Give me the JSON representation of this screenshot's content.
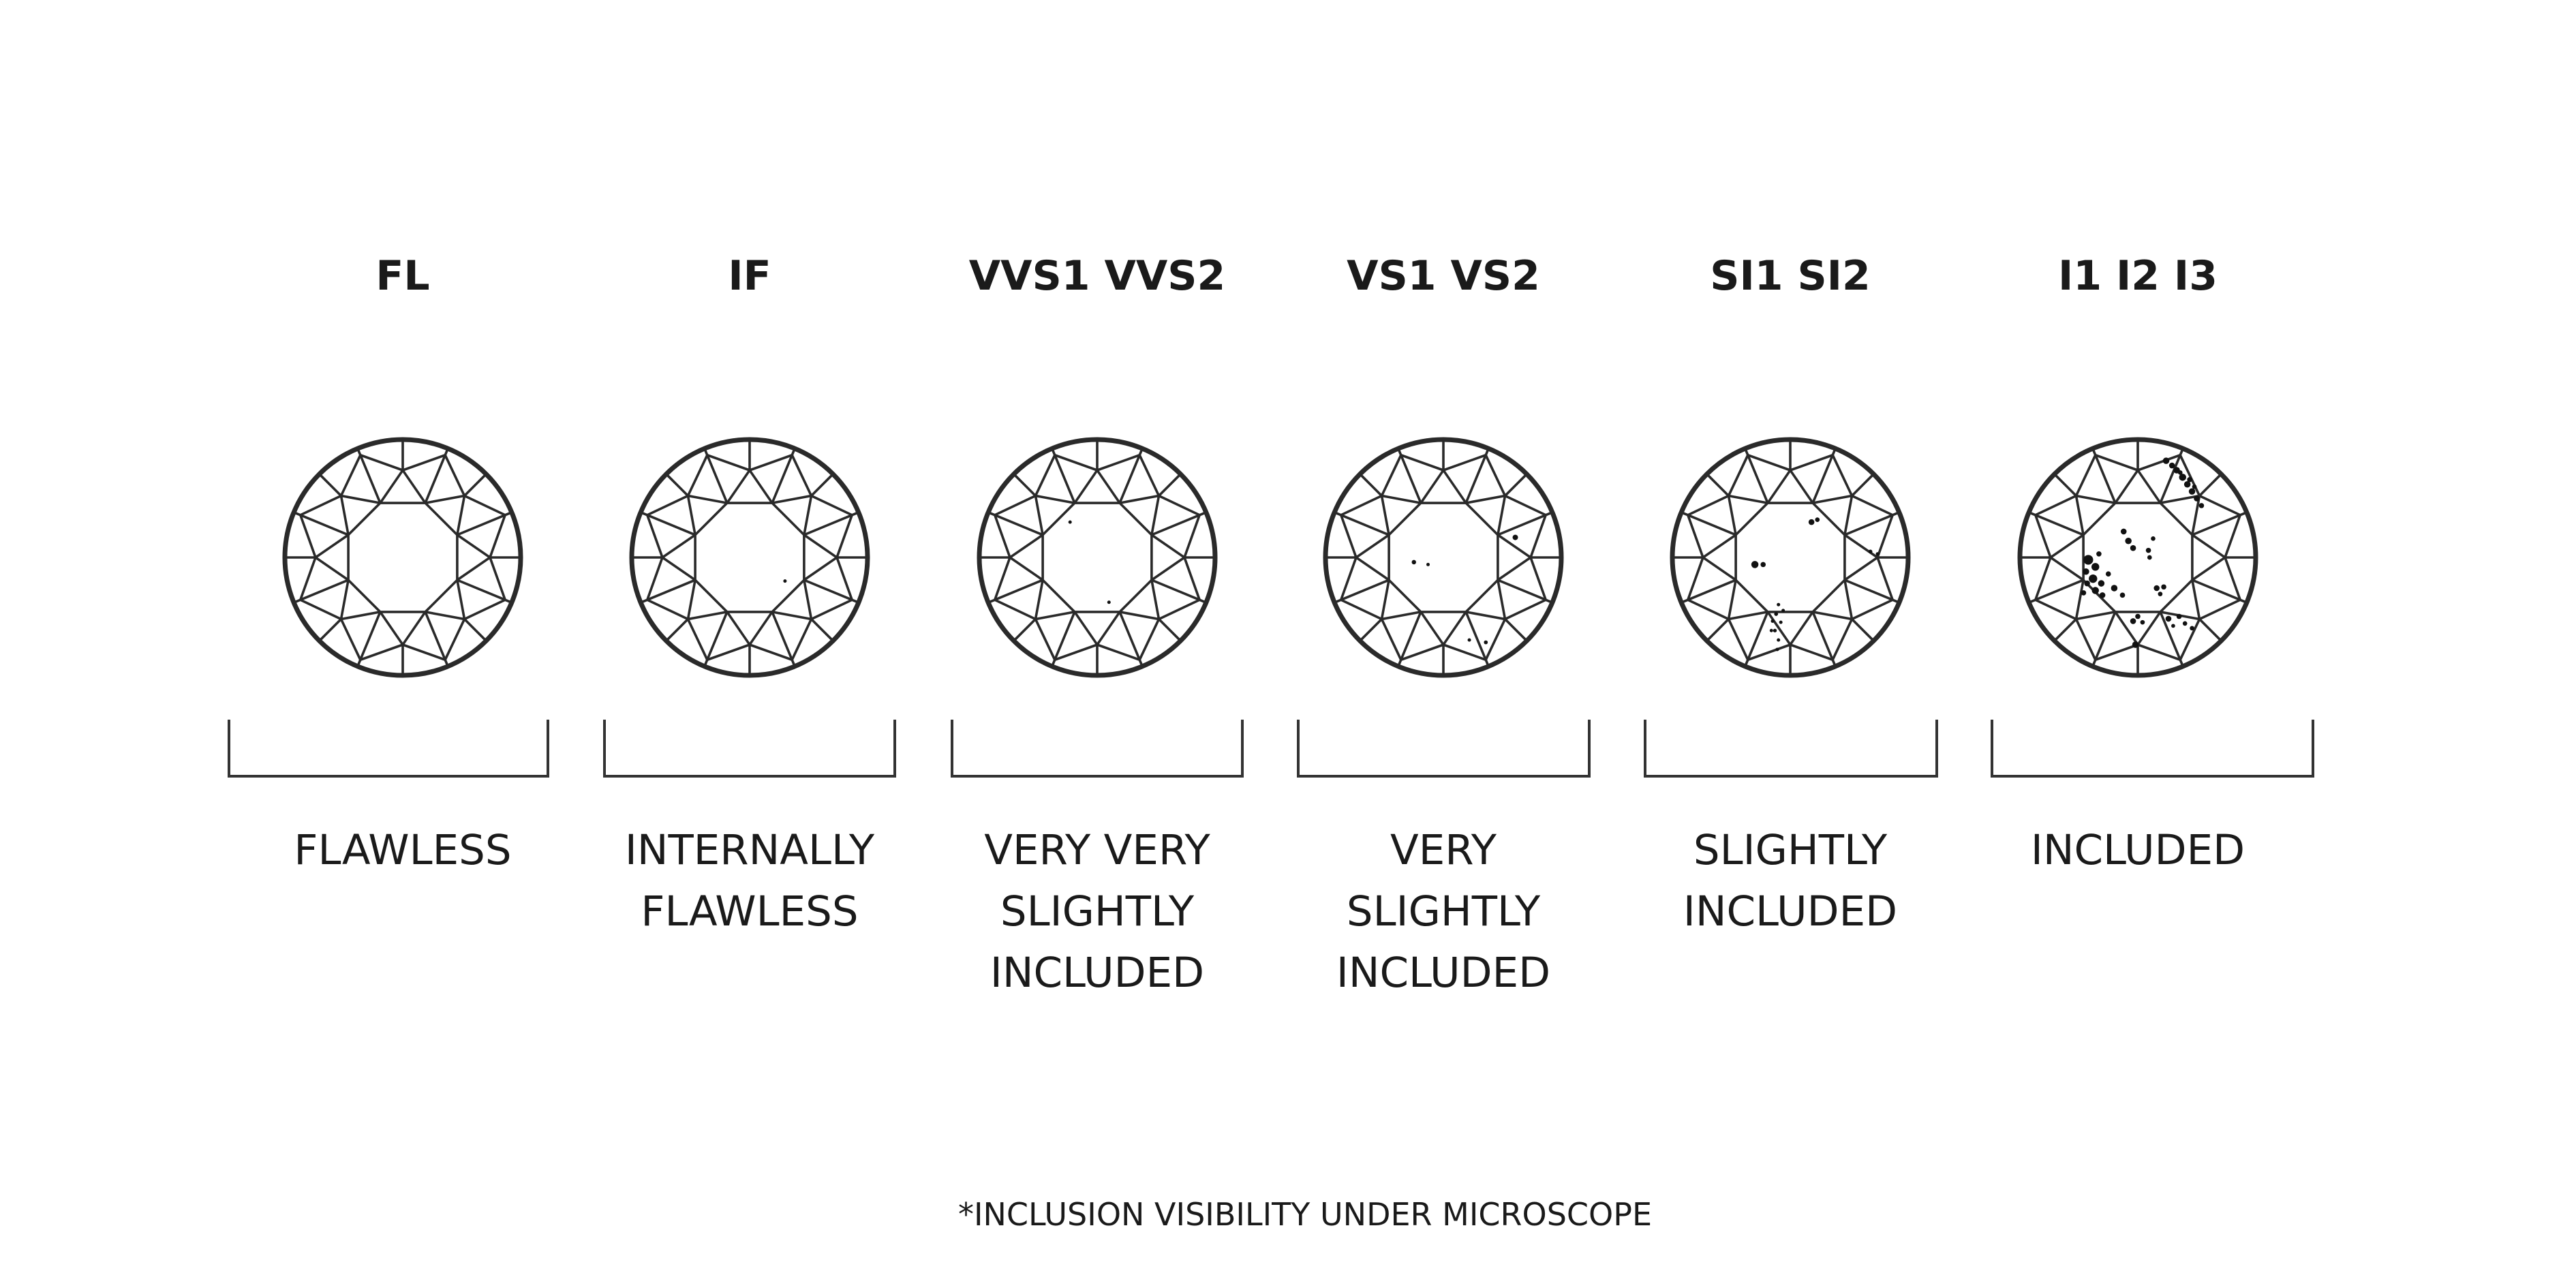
{
  "grades": [
    {
      "code": "FL",
      "description": [
        "FLAWLESS"
      ],
      "inclusions": []
    },
    {
      "code": "IF",
      "description": [
        "INTERNALLY",
        "FLAWLESS"
      ],
      "inclusions": [
        [
          0.3,
          0.2,
          0.018
        ]
      ]
    },
    {
      "code": "VVS1 VVS2",
      "description": [
        "VERY VERY",
        "SLIGHTLY",
        "INCLUDED"
      ],
      "inclusions": [
        [
          -0.23,
          -0.3,
          0.022
        ],
        [
          0.1,
          0.38,
          0.02
        ]
      ]
    },
    {
      "code": "VS1 VS2",
      "description": [
        "VERY",
        "SLIGHTLY",
        "INCLUDED"
      ],
      "inclusions": [
        [
          -0.25,
          0.04,
          0.034
        ],
        [
          -0.13,
          0.06,
          0.024
        ],
        [
          0.61,
          -0.17,
          0.042
        ],
        [
          0.36,
          0.72,
          0.03
        ],
        [
          0.22,
          0.7,
          0.016
        ]
      ]
    },
    {
      "code": "SI1 SI2",
      "description": [
        "SLIGHTLY",
        "INCLUDED"
      ],
      "inclusions": [
        [
          -0.3,
          0.06,
          0.055
        ],
        [
          -0.23,
          0.06,
          0.04
        ],
        [
          0.18,
          -0.3,
          0.045
        ],
        [
          0.23,
          -0.32,
          0.035
        ],
        [
          0.68,
          -0.05,
          0.03
        ],
        [
          0.74,
          -0.03,
          0.025
        ],
        [
          -0.1,
          0.4,
          0.025
        ],
        [
          -0.12,
          0.48,
          0.03
        ],
        [
          -0.08,
          0.55,
          0.025
        ],
        [
          -0.13,
          0.62,
          0.028
        ],
        [
          -0.1,
          0.7,
          0.025
        ],
        [
          -0.16,
          0.62,
          0.022
        ],
        [
          -0.11,
          0.78,
          0.02
        ],
        [
          -0.06,
          0.45,
          0.018
        ],
        [
          -0.15,
          0.54,
          0.02
        ]
      ]
    },
    {
      "code": "I1 I2 I3",
      "description": [
        "INCLUDED"
      ],
      "inclusions": [
        [
          0.24,
          -0.82,
          0.05
        ],
        [
          0.29,
          -0.78,
          0.045
        ],
        [
          0.33,
          -0.74,
          0.05
        ],
        [
          0.38,
          -0.68,
          0.055
        ],
        [
          0.42,
          -0.62,
          0.05
        ],
        [
          0.46,
          -0.56,
          0.05
        ],
        [
          0.5,
          -0.5,
          0.045
        ],
        [
          0.54,
          -0.44,
          0.04
        ],
        [
          0.36,
          -0.72,
          0.035
        ],
        [
          0.44,
          -0.66,
          0.04
        ],
        [
          0.48,
          -0.6,
          0.035
        ],
        [
          -0.42,
          0.02,
          0.075
        ],
        [
          -0.36,
          0.08,
          0.06
        ],
        [
          -0.44,
          0.12,
          0.05
        ],
        [
          -0.38,
          0.18,
          0.065
        ],
        [
          -0.31,
          0.22,
          0.05
        ],
        [
          -0.36,
          0.28,
          0.055
        ],
        [
          -0.43,
          0.22,
          0.045
        ],
        [
          -0.3,
          0.32,
          0.045
        ],
        [
          -0.46,
          0.3,
          0.04
        ],
        [
          -0.25,
          0.14,
          0.04
        ],
        [
          -0.33,
          -0.03,
          0.04
        ],
        [
          -0.12,
          -0.22,
          0.045
        ],
        [
          -0.08,
          -0.14,
          0.05
        ],
        [
          -0.04,
          -0.08,
          0.045
        ],
        [
          0.09,
          -0.06,
          0.04
        ],
        [
          0.13,
          -0.16,
          0.035
        ],
        [
          0.1,
          0.0,
          0.035
        ],
        [
          -0.2,
          0.26,
          0.05
        ],
        [
          -0.13,
          0.32,
          0.04
        ],
        [
          0.16,
          0.26,
          0.045
        ],
        [
          0.22,
          0.25,
          0.04
        ],
        [
          0.19,
          0.31,
          0.035
        ],
        [
          -0.04,
          0.54,
          0.045
        ],
        [
          0.0,
          0.5,
          0.04
        ],
        [
          0.04,
          0.55,
          0.035
        ],
        [
          0.26,
          0.52,
          0.045
        ],
        [
          0.35,
          0.5,
          0.04
        ],
        [
          0.4,
          0.56,
          0.035
        ],
        [
          0.3,
          0.58,
          0.03
        ],
        [
          -0.02,
          0.74,
          0.05
        ],
        [
          0.46,
          0.6,
          0.035
        ]
      ]
    }
  ],
  "footnote": "*INCLUSION VISIBILITY UNDER MICROSCOPE"
}
